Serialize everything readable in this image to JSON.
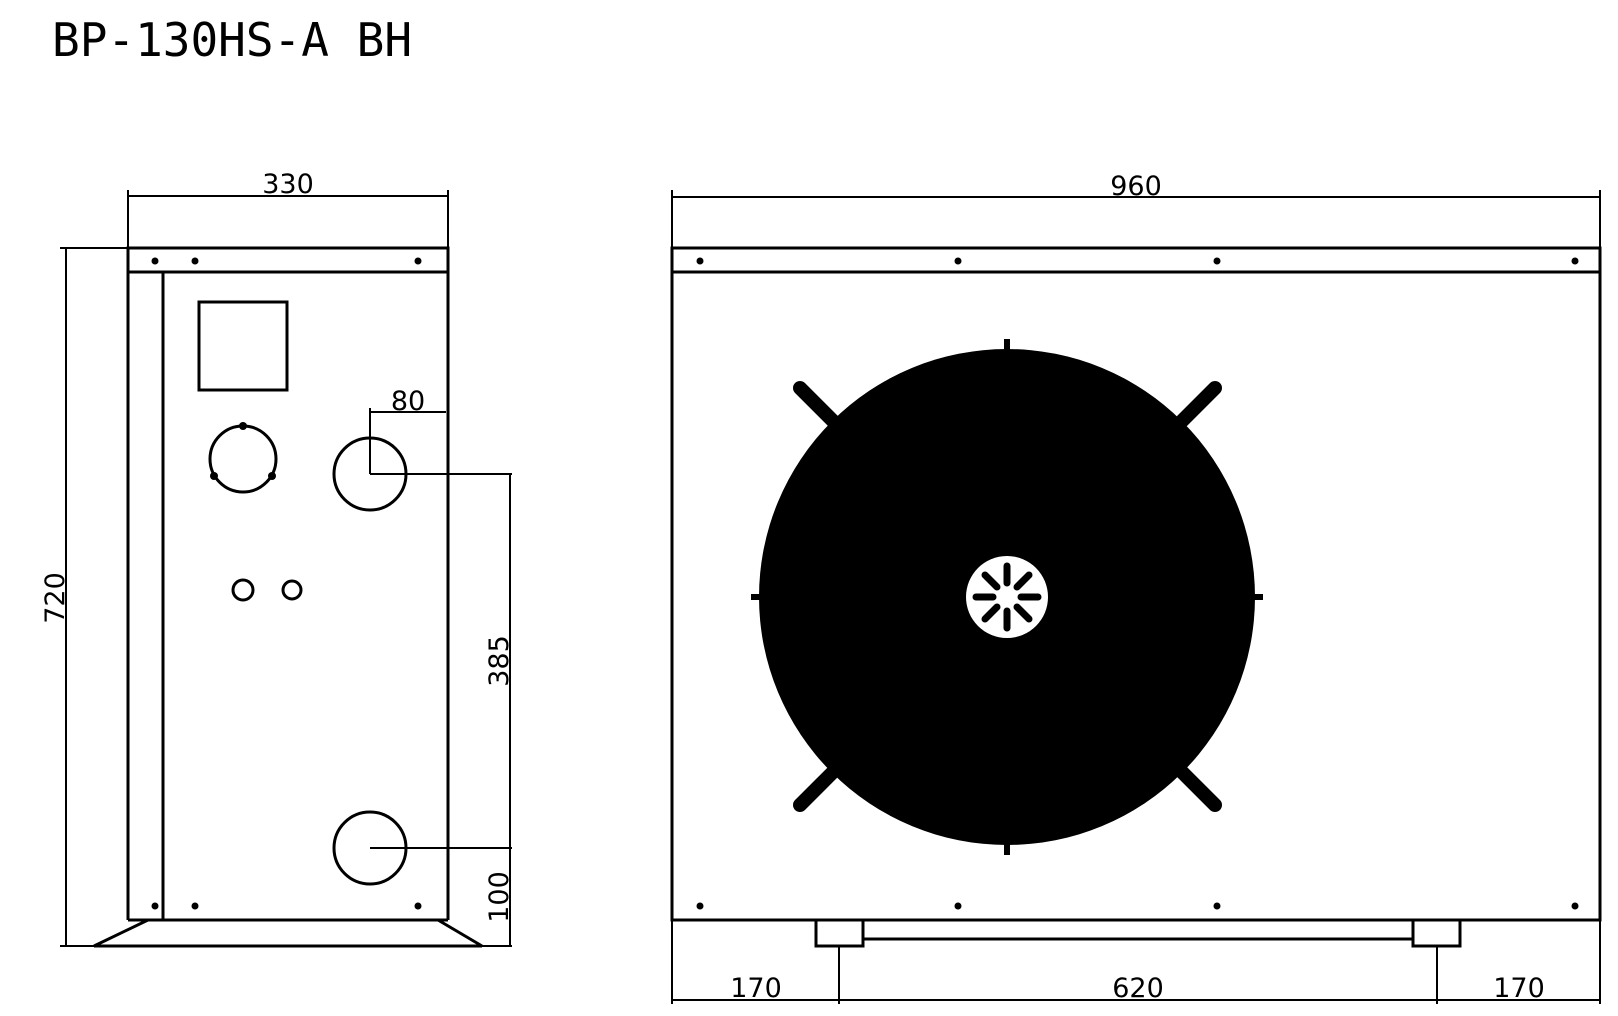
{
  "title": "BP-130HS-A BH",
  "side_view": {
    "width_label": "330",
    "height_label": "720",
    "outlet_offset_label": "80",
    "upper_port_height_label": "385",
    "lower_port_height_label": "100"
  },
  "front_view": {
    "width_label": "960",
    "left_foot_label": "170",
    "foot_span_label": "620",
    "right_foot_label": "170"
  },
  "colors": {
    "line": "#000000",
    "background": "#ffffff"
  }
}
